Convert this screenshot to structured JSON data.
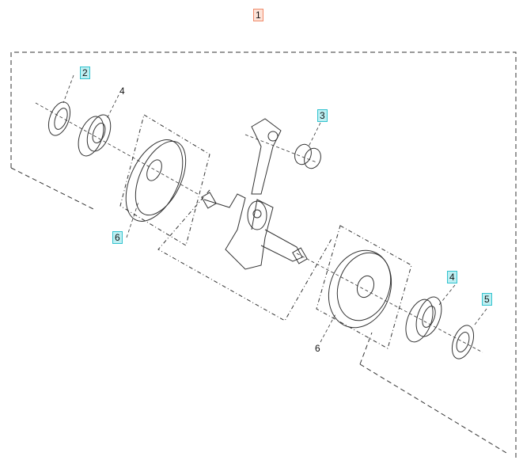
{
  "diagram": {
    "callouts": [
      {
        "id": "c1",
        "label": "1",
        "style": "assembly"
      },
      {
        "id": "c2",
        "label": "2",
        "style": "highlighted"
      },
      {
        "id": "c4a",
        "label": "4",
        "style": "plain"
      },
      {
        "id": "c3",
        "label": "3",
        "style": "highlighted"
      },
      {
        "id": "c6a",
        "label": "6",
        "style": "highlighted"
      },
      {
        "id": "c4b",
        "label": "4",
        "style": "highlighted"
      },
      {
        "id": "c5",
        "label": "5",
        "style": "highlighted"
      },
      {
        "id": "c6b",
        "label": "6",
        "style": "plain"
      }
    ],
    "colors": {
      "highlight": "#33c3cf",
      "assembly": "#f08a6a",
      "line": "#333333"
    }
  }
}
